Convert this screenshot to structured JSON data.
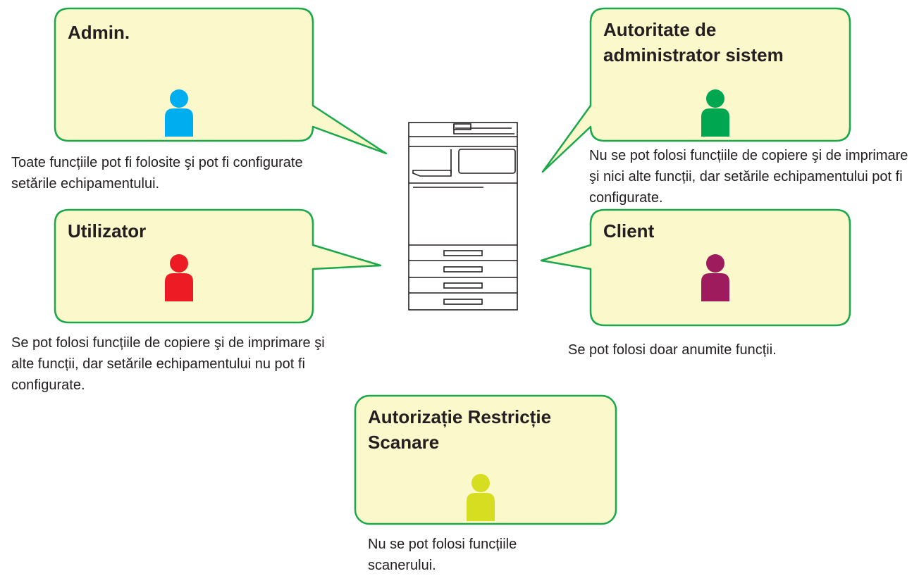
{
  "colors": {
    "bubble_fill": "#fbf9cc",
    "bubble_border": "#1aa84a",
    "admin": "#00aeef",
    "system_admin": "#00a650",
    "user": "#ed1c24",
    "guest": "#9e1b5e",
    "scan_restriction": "#d7de21"
  },
  "roles": {
    "admin": {
      "title": "Admin.",
      "description": "Toate funcțiile pot fi folosite şi pot fi configurate setările echipamentului.",
      "icon": "person-icon"
    },
    "system_admin": {
      "title": "Autoritate de administrator sistem",
      "description": "Nu se pot folosi funcțiile de copiere şi de imprimare şi nici alte funcții, dar setările echipamentului pot fi configurate.",
      "icon": "person-icon"
    },
    "user": {
      "title": "Utilizator",
      "description": "Se pot folosi funcțiile de copiere şi de imprimare şi alte funcții, dar setările echipamentului nu pot fi configurate.",
      "icon": "person-icon"
    },
    "guest": {
      "title": "Client",
      "description": "Se pot folosi doar anumite funcții.",
      "icon": "person-icon"
    },
    "scan_restriction": {
      "title": "Autorizație Restricție Scanare",
      "description": "Nu se pot folosi funcțiile scanerului.",
      "icon": "person-icon"
    }
  },
  "center_device": {
    "icon": "multifunction-printer-icon"
  }
}
